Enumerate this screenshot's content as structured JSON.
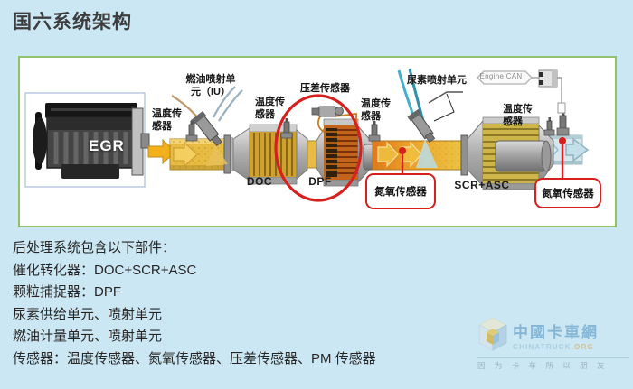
{
  "page": {
    "title": "国六系统架构",
    "background_color": "#cbe7f3"
  },
  "diagram": {
    "panel_border_color": "#92c16e",
    "annotation_color": "#d6201e",
    "pipe_color": "#e8bc42",
    "engine_label": "EGR",
    "labels": {
      "temp_sensor": "温度传\n感器",
      "fuel_injection_unit": "燃油喷射单\n元（IU）",
      "diff_pressure_sensor": "压差传感器",
      "urea_injection_unit": "尿素喷射单元",
      "engine_can": "Engine CAN",
      "doc": "DOC",
      "dpf": "DPF",
      "scr_asc": "SCR+ASC",
      "nox_sensor": "氮氧传感器"
    }
  },
  "notes": {
    "lines": [
      "后处理系统包含以下部件：",
      "催化转化器：DOC+SCR+ASC",
      "颗粒捕捉器：DPF",
      "尿素供给单元、喷射单元",
      "燃油计量单元、喷射单元",
      "传感器：温度传感器、氮氧传感器、压差传感器、PM 传感器"
    ]
  },
  "watermark": {
    "name_cn": "中國卡車網",
    "domain_main": "CHINATRUCK",
    "domain_tld": ".ORG",
    "tagline": "因 为 卡 车 所 以 朋 友"
  }
}
